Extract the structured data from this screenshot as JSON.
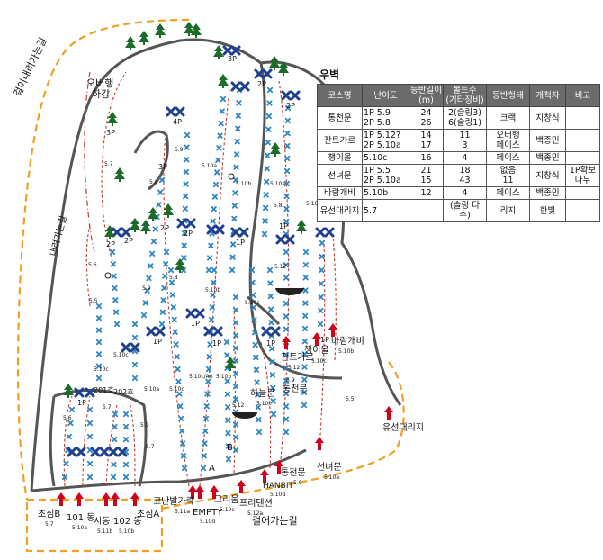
{
  "wall_name": "우벽",
  "table": {
    "headers": [
      "코스명",
      "난이도",
      "등반길이\n(m)",
      "볼트수\n(기타장비)",
      "등반형태",
      "개척자",
      "비고"
    ],
    "rows": [
      {
        "name": "통천문",
        "grade": "1P 5.9\n2P 5.8",
        "length": "24\n26",
        "bolts": "2(슬링3)\n6(슬링1)",
        "style": "크랙",
        "pioneer": "지창식",
        "note": ""
      },
      {
        "name": "잔트가르",
        "grade": "1P 5.12?\n2P 5.10a",
        "length": "14\n17",
        "bolts": "11\n3",
        "style": "오버행\n페이스",
        "pioneer": "백종민",
        "note": ""
      },
      {
        "name": "챙이올",
        "grade": "5.10c",
        "length": "16",
        "bolts": "4",
        "style": "페이스",
        "pioneer": "백종민",
        "note": ""
      },
      {
        "name": "선녀문",
        "grade": "1P 5.5\n2P 5.10a",
        "length": "21\n15",
        "bolts": "18\n43",
        "style": "없음\n11",
        "pioneer": "지창식",
        "note": "1P확보\n나무"
      },
      {
        "name": "바람개비",
        "grade": "5.10b",
        "length": "12",
        "bolts": "4",
        "style": "페이스",
        "pioneer": "백종민",
        "note": ""
      },
      {
        "name": "유선대리지",
        "grade": "5.7",
        "length": "",
        "bolts": "(슬링 다수)",
        "style": "리지",
        "pioneer": "한빛",
        "note": ""
      }
    ]
  },
  "map_labels": {
    "trail_down": "걸어내려가는길",
    "overhang": "오버행",
    "descend": "하강",
    "trail_down2": "내려가는길",
    "trail_walk": "걸어가는길",
    "ridge": "유선대리지",
    "route_tongcheon": "통천문",
    "route_jant": "잔트가르",
    "route_jant_grade": "5.12",
    "route_chaeng": "챙이올",
    "route_chaeng_grade": "5.10c",
    "route_baram": "바람개비",
    "route_baram_grade": "5.10b",
    "route_haneul": "하늘문",
    "route_haneul_grade": "5.10c",
    "route_tongcheon_mid": "통천문",
    "route_seonnyeo": "선녀문",
    "route_seonnyeo_grade": "5.10a",
    "route_tongcheon_low": "통천문",
    "route_tongcheon_low_grade": "5.9",
    "route_hanbit": "HANBIT",
    "route_hanbit_grade": "5.10d",
    "route_freetension": "프리텐션",
    "route_freetension_grade": "5.12a",
    "route_grium": "그리움",
    "route_grium_grade": "5.10c",
    "route_empty": "EMPTY",
    "route_empty_grade": "5.10d",
    "route_konan": "코난발가락",
    "route_konan_grade": "5.11a",
    "route_chosimA": "초심A",
    "route_102": "102 동",
    "route_102_grade": "5.10b",
    "route_sidong": "시동",
    "route_sidong_grade": "5.11b",
    "route_101": "101 동",
    "route_101_grade": "5.10a",
    "route_chosimB": "초심B",
    "route_chosimB_grade": "5.7",
    "room_201": "201호",
    "room_202": "202호",
    "point_A": "A",
    "point_B": "B",
    "p1": "1P",
    "p2": "2P",
    "p3": "3P",
    "p4": "4P",
    "grade_59": "5.9",
    "grade_510a": "5.10a",
    "grade_510b": "5.10b",
    "grade_510c": "5.10c",
    "grade_510d": "5.10d",
    "grade_58": "5.8",
    "grade_57": "5.7",
    "grade_56": "5.6",
    "grade_55": "5.5",
    "grade_512": "5.12",
    "grade_510c_alt": "5.10c/A0"
  },
  "colors": {
    "rock_outline": "#555555",
    "trail": "#f0a020",
    "route_dashed": "#c0392b",
    "bolt_light": "#2e86c1",
    "anchor_dark": "#1f3f8f",
    "tree": "#1d6b2a",
    "start_arrow": "#d0021b",
    "table_header": "#6b6b6b"
  }
}
